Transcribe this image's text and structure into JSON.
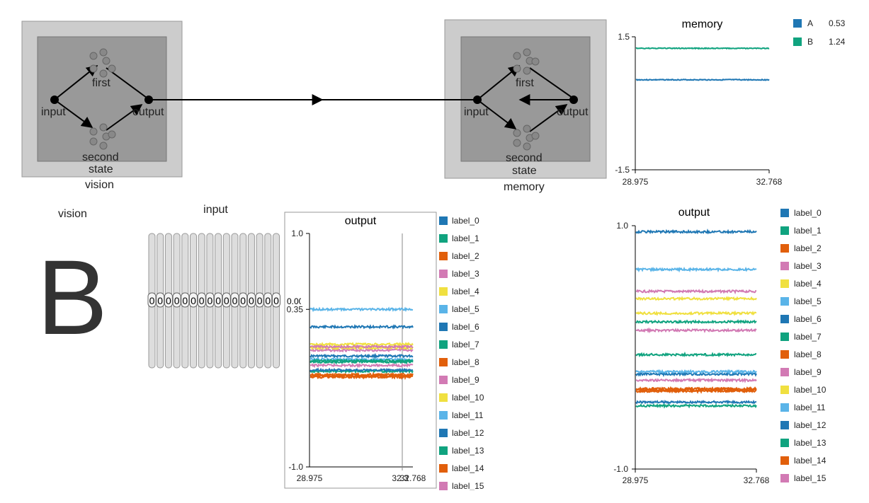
{
  "diagram": {
    "vision_box": {
      "label": "vision",
      "state_label": "state",
      "nodes": {
        "input": "input",
        "output": "output",
        "first": "first",
        "second": "second"
      }
    },
    "memory_box": {
      "label": "memory",
      "state_label": "state",
      "nodes": {
        "input": "input",
        "output": "output",
        "first": "first",
        "second": "second"
      }
    }
  },
  "sections": {
    "vision_title": "vision",
    "big_letter": "B",
    "input_title": "input",
    "input_slider_values": [
      "0",
      "0",
      "0",
      "0",
      "0",
      "0",
      "0",
      "0",
      "0",
      "0",
      "0",
      "0",
      "0",
      "0",
      "0",
      "0"
    ],
    "input_slider_end": "0.00"
  },
  "colors": {
    "tab_blue": "#1f77b4",
    "green": "#10a37f",
    "orange": "#e15f0b",
    "pink": "#d27ab4",
    "yellow": "#f0e040",
    "light_blue": "#5ab4e8",
    "gray_box_outer": "#cccccc",
    "gray_box_inner": "#999999"
  },
  "chart_data": [
    {
      "type": "line",
      "title": "memory",
      "ylim": [
        -1.5,
        1.5
      ],
      "xlim": [
        28.975,
        32.768
      ],
      "y_ticks": [
        "1.5",
        "-1.5"
      ],
      "x_ticks": [
        "28.975",
        "32.768"
      ],
      "series": [
        {
          "name": "A",
          "value_label": "0.53",
          "level": 0.53,
          "color": "#1f77b4"
        },
        {
          "name": "B",
          "value_label": "1.24",
          "level": 1.24,
          "color": "#10a37f"
        }
      ]
    },
    {
      "type": "line",
      "title": "output",
      "ylim": [
        -1.0,
        1.0
      ],
      "xlim": [
        28.975,
        32.768
      ],
      "y_ticks": [
        "1.0",
        "-1.0"
      ],
      "x_ticks": [
        "28.975",
        "32.768"
      ],
      "annotation_value": "0.35",
      "overlay_tick": "32.3",
      "series": [
        {
          "name": "label_0",
          "level": 0.2,
          "color": "#1f77b4"
        },
        {
          "name": "label_1",
          "level": -0.1,
          "color": "#10a37f"
        },
        {
          "name": "label_2",
          "level": -0.22,
          "color": "#e15f0b"
        },
        {
          "name": "label_3",
          "level": 0.0,
          "color": "#d27ab4"
        },
        {
          "name": "label_4",
          "level": 0.02,
          "color": "#f0e040"
        },
        {
          "name": "label_5",
          "level": 0.35,
          "color": "#5ab4e8"
        },
        {
          "name": "label_6",
          "level": -0.05,
          "color": "#1f77b4"
        },
        {
          "name": "label_7",
          "level": -0.18,
          "color": "#10a37f"
        },
        {
          "name": "label_8",
          "level": -0.23,
          "color": "#e15f0b"
        },
        {
          "name": "label_9",
          "level": -0.13,
          "color": "#d27ab4"
        },
        {
          "name": "label_10",
          "level": 0.05,
          "color": "#f0e040"
        },
        {
          "name": "label_11",
          "level": -0.08,
          "color": "#5ab4e8"
        },
        {
          "name": "label_12",
          "level": -0.17,
          "color": "#1f77b4"
        },
        {
          "name": "label_13",
          "level": -0.09,
          "color": "#10a37f"
        },
        {
          "name": "label_14",
          "level": -0.21,
          "color": "#e15f0b"
        },
        {
          "name": "label_15",
          "level": 0.03,
          "color": "#d27ab4"
        }
      ]
    },
    {
      "type": "line",
      "title": "output",
      "ylim": [
        -1.0,
        1.0
      ],
      "xlim": [
        28.975,
        32.768
      ],
      "y_ticks": [
        "1.0",
        "-1.0"
      ],
      "x_ticks": [
        "28.975",
        "32.768"
      ],
      "series": [
        {
          "name": "label_0",
          "level": 0.95,
          "color": "#1f77b4"
        },
        {
          "name": "label_1",
          "level": -0.06,
          "color": "#10a37f"
        },
        {
          "name": "label_2",
          "level": -0.35,
          "color": "#e15f0b"
        },
        {
          "name": "label_3",
          "level": 0.46,
          "color": "#d27ab4"
        },
        {
          "name": "label_4",
          "level": 0.4,
          "color": "#f0e040"
        },
        {
          "name": "label_5",
          "level": 0.64,
          "color": "#5ab4e8"
        },
        {
          "name": "label_6",
          "level": -0.22,
          "color": "#1f77b4"
        },
        {
          "name": "label_7",
          "level": 0.21,
          "color": "#10a37f"
        },
        {
          "name": "label_8",
          "level": -0.36,
          "color": "#e15f0b"
        },
        {
          "name": "label_9",
          "level": -0.27,
          "color": "#d27ab4"
        },
        {
          "name": "label_10",
          "level": 0.28,
          "color": "#f0e040"
        },
        {
          "name": "label_11",
          "level": -0.2,
          "color": "#5ab4e8"
        },
        {
          "name": "label_12",
          "level": -0.45,
          "color": "#1f77b4"
        },
        {
          "name": "label_13",
          "level": -0.48,
          "color": "#10a37f"
        },
        {
          "name": "label_14",
          "level": -0.34,
          "color": "#e15f0b"
        },
        {
          "name": "label_15",
          "level": 0.14,
          "color": "#d27ab4"
        }
      ]
    }
  ]
}
